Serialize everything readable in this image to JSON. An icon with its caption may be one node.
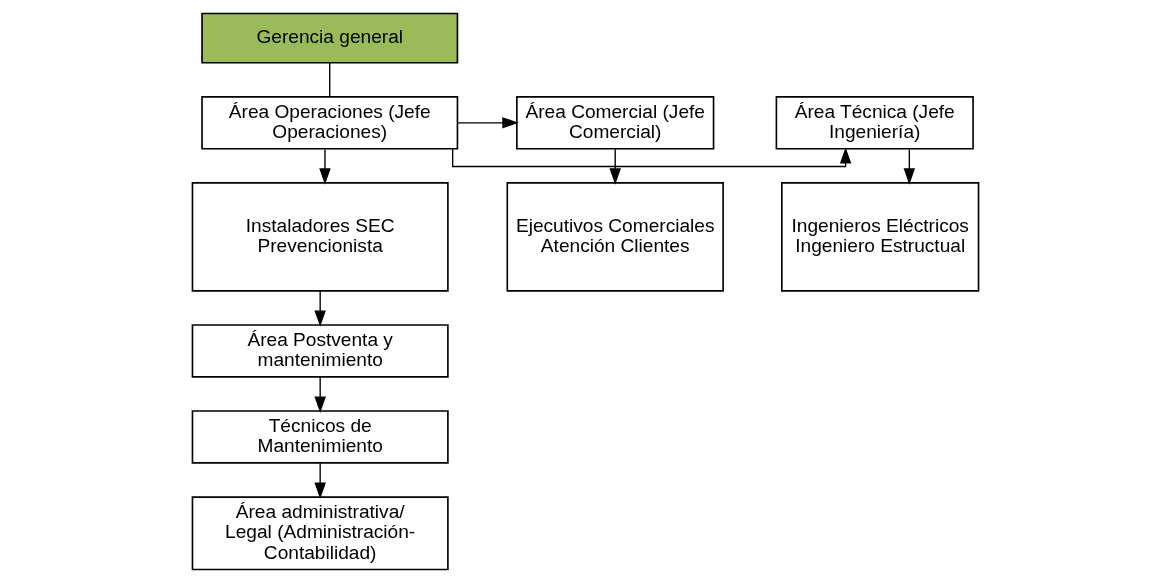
{
  "diagram": {
    "nodes": [
      {
        "text": [
          "Gerencia general"
        ]
      },
      {
        "text": [
          "Área Operaciones (Jefe Operaciones)"
        ]
      },
      {
        "text": [
          "Área Técnica (Jefe Ingeniería)"
        ]
      },
      {
        "text": [
          "Área Comercial (Jefe Comercial)"
        ]
      },
      {
        "text": [
          "Ingenieros Eléctricos",
          "Ingeniero Estructual"
        ]
      },
      {
        "text": [
          "Instaladores SEC",
          "Prevencionista"
        ]
      },
      {
        "text": [
          "Ejecutivos Comerciales",
          "Atención Clientes"
        ]
      },
      {
        "text": [
          "Área Postventa y mantenimiento"
        ]
      },
      {
        "text": [
          "Técnicos de Mantenimiento"
        ]
      },
      {
        "text": [
          "Área administrativa/ Legal (Administración- Contabilidad)"
        ]
      }
    ],
    "edges": [
      {
        "from": 0,
        "to": 1,
        "arrow": "none"
      },
      {
        "from": 1,
        "to": 2,
        "arrow": "to"
      },
      {
        "from": 1,
        "to": 3,
        "arrow": "to"
      },
      {
        "from": 2,
        "to": 4,
        "arrow": "to"
      },
      {
        "from": 1,
        "to": 5,
        "arrow": "to"
      },
      {
        "from": 3,
        "to": 6,
        "arrow": "to"
      },
      {
        "from": 5,
        "to": 7,
        "arrow": "to"
      },
      {
        "from": 7,
        "to": 8,
        "arrow": "to"
      },
      {
        "from": 8,
        "to": 9,
        "arrow": "to"
      }
    ]
  }
}
